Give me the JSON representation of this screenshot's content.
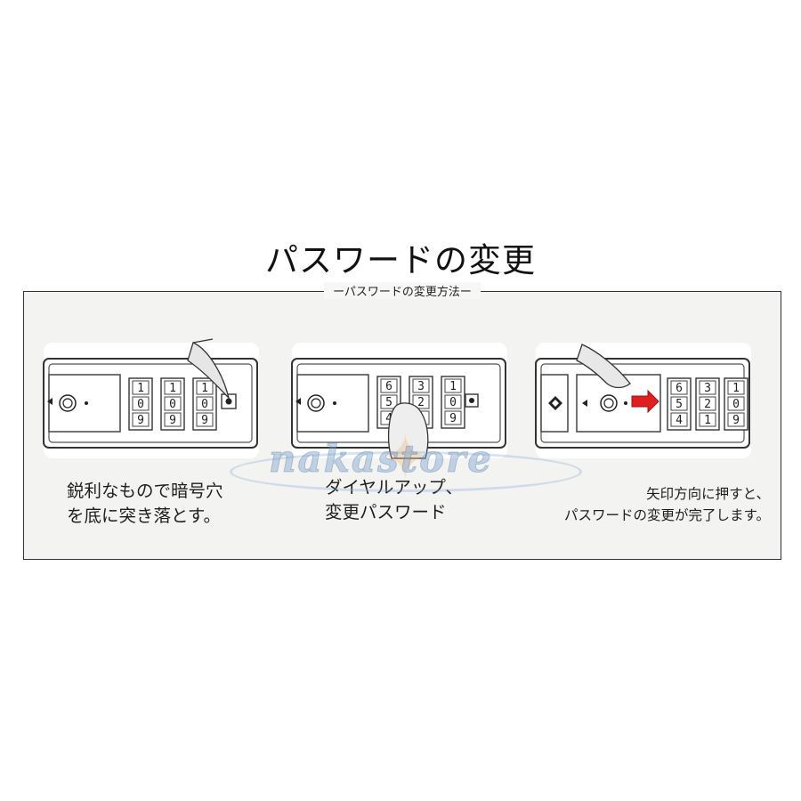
{
  "title": "パスワードの変更",
  "subtitle": "ーパスワードの変更方法ー",
  "steps": [
    {
      "line1": "鋭利なもので暗号穴",
      "line2": "を底に突き落とす。",
      "digits": [
        "1",
        "1",
        "1",
        "0",
        "0",
        "0",
        "9",
        "9",
        "9"
      ]
    },
    {
      "line1": "ダイヤルアップ、",
      "line2": "変更パスワード",
      "digits": [
        "6",
        "3",
        "1",
        "5",
        "2",
        "0",
        "4",
        "1",
        "9"
      ]
    },
    {
      "line1": "矢印方向に押すと、",
      "line2": "パスワードの変更が完了します。",
      "digits": [
        "6",
        "3",
        "1",
        "5",
        "2",
        "0",
        "4",
        "1",
        "9"
      ]
    }
  ],
  "watermark": "nakastore",
  "arrow_color": "#e02020"
}
